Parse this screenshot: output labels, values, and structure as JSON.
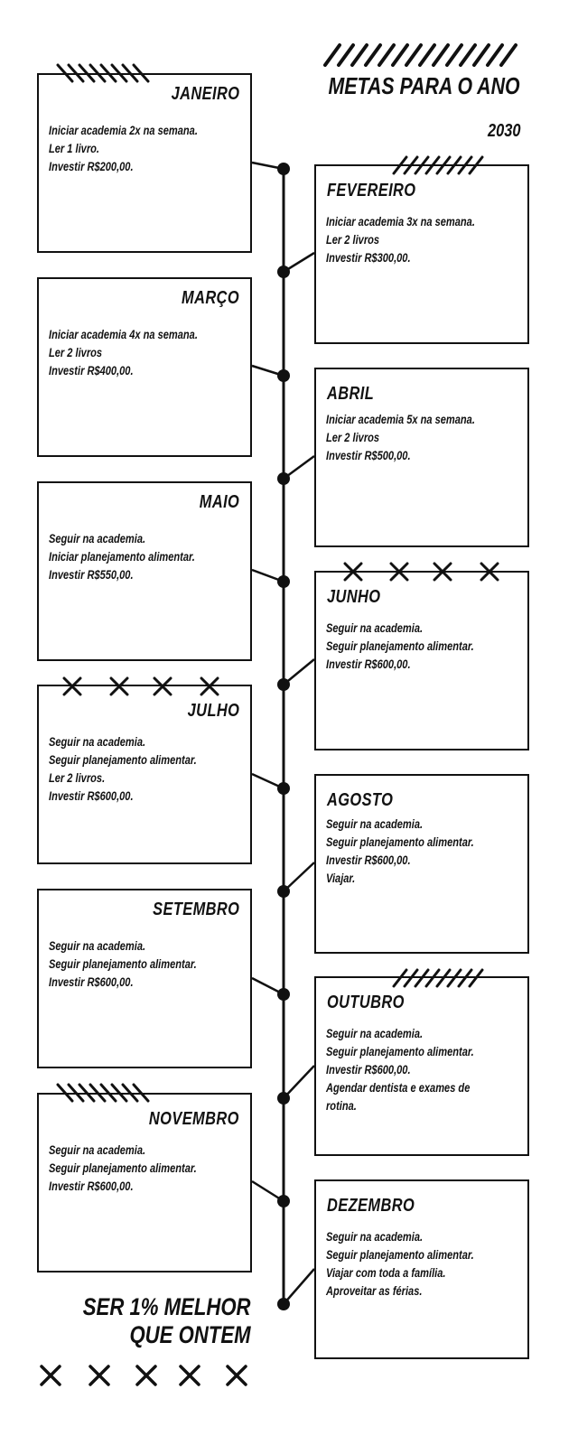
{
  "header": {
    "title": "METAS PARA O ANO",
    "year": "2030"
  },
  "motto": {
    "line1": "SER 1% MELHOR",
    "line2": "QUE ONTEM"
  },
  "months": [
    {
      "name": "JANEIRO",
      "lines": [
        "Iniciar academia 2x na semana.",
        "Ler 1 livro.",
        "Investir R$200,00."
      ]
    },
    {
      "name": "FEVEREIRO",
      "lines": [
        "Iniciar academia 3x na semana.",
        "Ler 2 livros",
        "Investir R$300,00."
      ]
    },
    {
      "name": "MARÇO",
      "lines": [
        "Iniciar academia 4x na semana.",
        "Ler 2 livros",
        "Investir R$400,00."
      ]
    },
    {
      "name": "ABRIL",
      "lines": [
        "Iniciar academia 5x na semana.",
        "Ler 2 livros",
        "Investir R$500,00."
      ]
    },
    {
      "name": "MAIO",
      "lines": [
        "Seguir na academia.",
        "Iniciar planejamento alimentar.",
        "Investir R$550,00."
      ]
    },
    {
      "name": "JUNHO",
      "lines": [
        "Seguir na academia.",
        "Seguir planejamento alimentar.",
        "Investir R$600,00."
      ]
    },
    {
      "name": "JULHO",
      "lines": [
        "Seguir na academia.",
        "Seguir planejamento alimentar.",
        "Ler 2 livros.",
        "Investir R$600,00."
      ]
    },
    {
      "name": "AGOSTO",
      "lines": [
        "Seguir na academia.",
        "Seguir planejamento alimentar.",
        "Investir R$600,00.",
        "Viajar."
      ]
    },
    {
      "name": "SETEMBRO",
      "lines": [
        "Seguir na academia.",
        "Seguir planejamento alimentar.",
        "Investir R$600,00."
      ]
    },
    {
      "name": "OUTUBRO",
      "lines": [
        "Seguir na academia.",
        "Seguir planejamento alimentar.",
        "Investir R$600,00.",
        "Agendar dentista e exames de",
        "rotina."
      ]
    },
    {
      "name": "NOVEMBRO",
      "lines": [
        "Seguir na academia.",
        "Seguir planejamento alimentar.",
        "Investir R$600,00."
      ]
    },
    {
      "name": "DEZEMBRO",
      "lines": [
        "Seguir na academia.",
        "Seguir planejamento alimentar.",
        "Viajar com toda a família.",
        "Aproveitar as férias."
      ]
    }
  ],
  "colors": {
    "ink": "#111111",
    "paper": "#ffffff"
  }
}
